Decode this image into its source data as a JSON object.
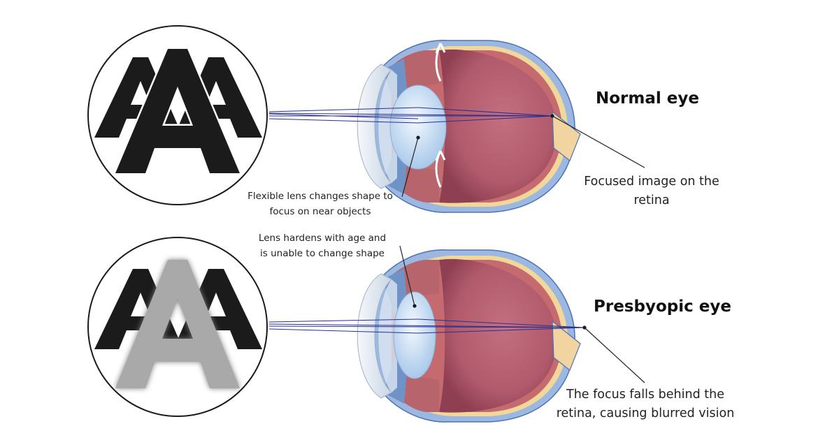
{
  "normal": {
    "title": "Normal eye",
    "lens_note": [
      "Flexible lens changes shape to",
      "focus on near objects"
    ],
    "focus_note": [
      "Focused image on the",
      "retina"
    ],
    "chart_glyphs": [
      "A",
      "A",
      "A"
    ]
  },
  "presbyopic": {
    "title": "Presbyopic eye",
    "lens_note": [
      "Lens hardens with age and",
      "is unable to change shape"
    ],
    "focus_note": [
      "The focus falls behind the",
      "retina, causing blurred vision"
    ],
    "chart_glyphs": [
      "A",
      "A",
      "A"
    ]
  },
  "colors": {
    "sclera_outer": "#9db8e0",
    "sclera_line": "#4a73b8",
    "choroid": "#f2d79a",
    "vitreous": "#b65f70",
    "vitreous_dark": "#8f3f52",
    "ciliary": "#c56a6f",
    "lens": "#cfe2f5",
    "cornea": "#e9eef4",
    "optic_nerve": "#f1d49f",
    "ray": "#2a2f8f",
    "letter": "#1b1b1b",
    "blurred_letter": "#a9a9a9",
    "leader": "#222222"
  }
}
